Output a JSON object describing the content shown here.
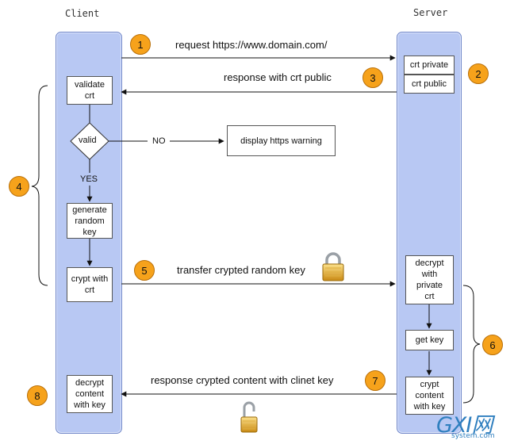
{
  "headers": {
    "client": "Client",
    "server": "Server"
  },
  "messages": {
    "m1": "request https://www.domain.com/",
    "m3": "response with crt public",
    "m5": "transfer crypted random key",
    "m7": "response crypted content with clinet key"
  },
  "steps": {
    "s1": "1",
    "s2": "2",
    "s3": "3",
    "s4": "4",
    "s5": "5",
    "s6": "6",
    "s7": "7",
    "s8": "8"
  },
  "client_boxes": {
    "validate": "validate\ncrt",
    "valid": "valid",
    "generate": "generate\nrandom\nkey",
    "crypt": "crypt with\ncrt",
    "decrypt": "decrypt\ncontent\nwith key"
  },
  "server_boxes": {
    "crt_private": "crt private",
    "crt_public": "crt public",
    "decrypt_private": "decrypt\nwith\nprivate\ncrt",
    "get_key": "get key",
    "crypt_content": "crypt\ncontent\nwith key"
  },
  "labels": {
    "no": "NO",
    "yes": "YES",
    "warning": "display https warning"
  },
  "watermark": {
    "brand": "GXI网",
    "site": "system.com"
  },
  "colors": {
    "lane": "#b8c8f3",
    "badge": "#f6a21b"
  },
  "icons": [
    "lock-icon",
    "unlock-icon"
  ]
}
